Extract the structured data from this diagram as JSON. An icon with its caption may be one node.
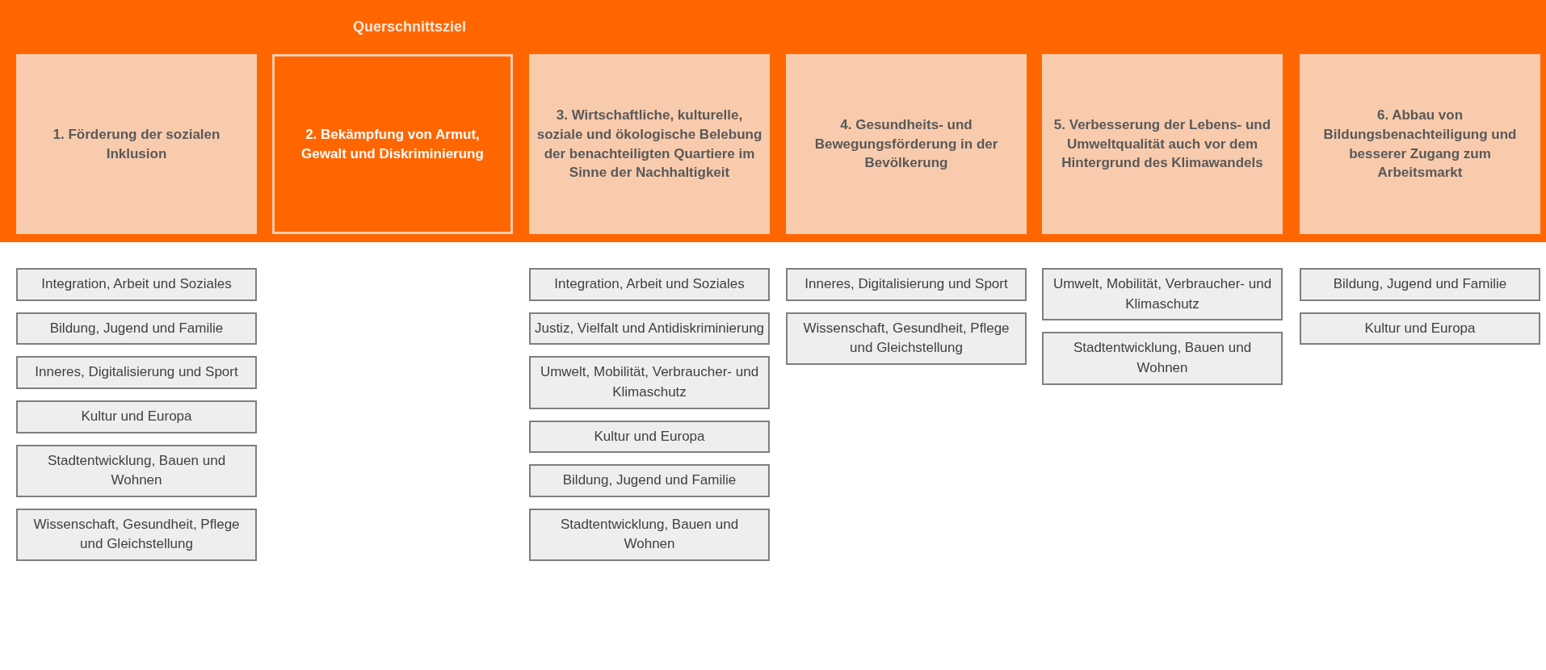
{
  "diagram": {
    "nodes": [
      {
        "text": [],
        "shape": "band"
      },
      {
        "text": [
          "1. Förderung der sozialen Inklusion"
        ],
        "in": 0
      },
      {
        "text": [
          "Querschnittsziel",
          "2. Bekämpfung von Armut, Gewalt und Diskriminierung"
        ],
        "in": 0
      },
      {
        "text": [
          "3. Wirtschaftliche, kulturelle, soziale und ökologische Belebung der benachteiligten Quartiere im Sinne der Nachhaltigkeit"
        ],
        "in": 0
      },
      {
        "text": [
          "4. Gesundheits- und Bewegungsförderung in der Bevölkerung"
        ],
        "in": 0
      },
      {
        "text": [
          "5. Verbesserung der Lebens- und Umweltqualität auch vor dem Hintergrund des Klimawandels"
        ],
        "in": 0
      },
      {
        "text": [
          "6. Abbau von Bildungsbenachteiligung und besserer Zugang zum Arbeitsmarkt"
        ],
        "in": 0
      },
      {
        "text": [
          "Integration, Arbeit und Soziales"
        ]
      },
      {
        "text": [
          "Bildung, Jugend und Familie"
        ]
      },
      {
        "text": [
          "Inneres, Digitalisierung und Sport"
        ]
      },
      {
        "text": [
          "Kultur und Europa"
        ]
      },
      {
        "text": [
          "Stadtentwicklung, Bauen und Wohnen"
        ]
      },
      {
        "text": [
          "Wissenschaft, Gesundheit, Pflege und Gleichstellung"
        ]
      },
      {
        "text": [
          "Integration, Arbeit und Soziales"
        ]
      },
      {
        "text": [
          "Justiz, Vielfalt und Antidiskriminierung"
        ]
      },
      {
        "text": [
          "Umwelt, Mobilität, Verbraucher- und Klimaschutz"
        ]
      },
      {
        "text": [
          "Kultur und Europa"
        ]
      },
      {
        "text": [
          "Bildung, Jugend und Familie"
        ]
      },
      {
        "text": [
          "Stadtentwicklung, Bauen und Wohnen"
        ]
      },
      {
        "text": [
          "Inneres, Digitalisierung und Sport"
        ]
      },
      {
        "text": [
          "Wissenschaft, Gesundheit, Pflege und Gleichstellung"
        ]
      },
      {
        "text": [
          "Umwelt, Mobilität, Verbraucher- und Klimaschutz"
        ]
      },
      {
        "text": [
          "Stadtentwicklung, Bauen und Wohnen"
        ]
      },
      {
        "text": [
          "Bildung, Jugend und Familie"
        ]
      },
      {
        "text": [
          "Kultur und Europa"
        ]
      }
    ]
  }
}
